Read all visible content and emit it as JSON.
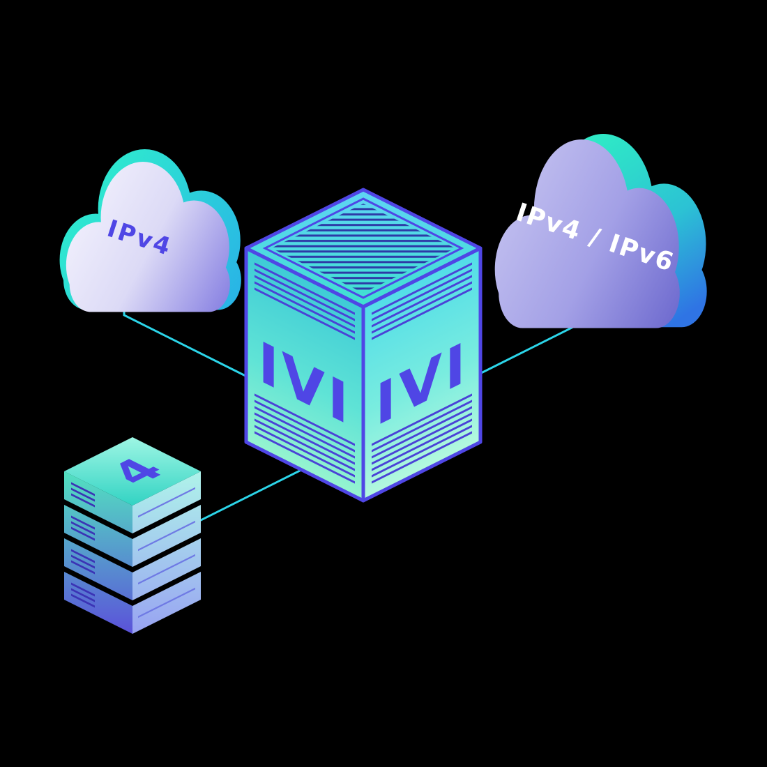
{
  "diagram": {
    "background": "#000000",
    "clouds": {
      "left": {
        "label": "IPv4",
        "label_color": "#4f46e5"
      },
      "right": {
        "label": "IPv4 / IPv6",
        "label_color": "#ffffff"
      }
    },
    "translator_box": {
      "left_face_label": "IVI",
      "right_face_label": "IVI",
      "label_color": "#4f46e5"
    },
    "server_stack": {
      "top_label": "4",
      "label_color": "#4f46e5"
    },
    "colors": {
      "connector": "#2cd5e9",
      "edge_indigo": "#4f46e5",
      "teal_accent": "#2ee6c8",
      "stripe_navy": "#2d39a6"
    }
  }
}
